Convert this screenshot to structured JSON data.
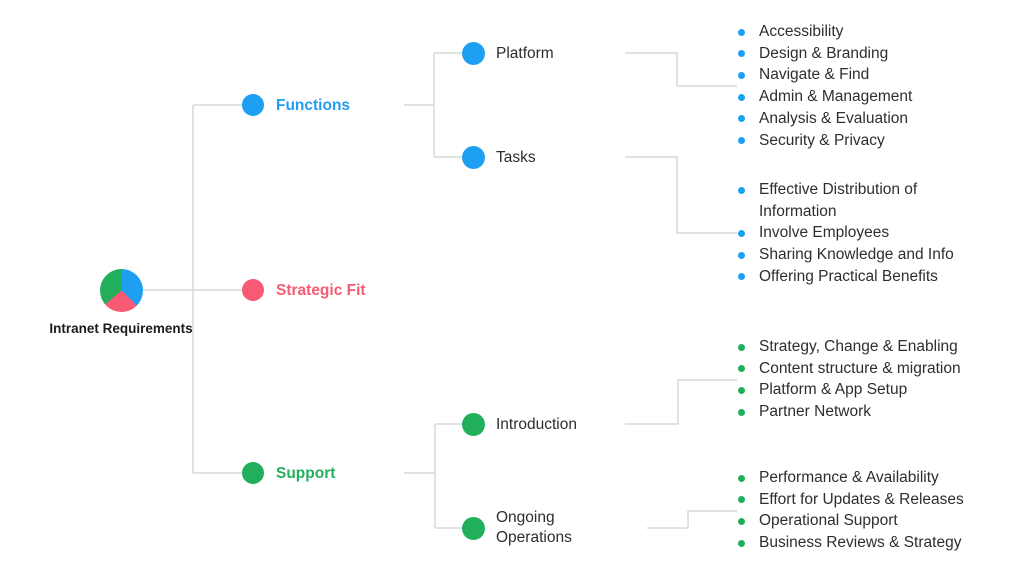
{
  "colors": {
    "blue": "#1E9FF2",
    "pink": "#F75A72",
    "green": "#22AF5B",
    "line": "#D8D8D8",
    "text": "#2E2E2E"
  },
  "tree": {
    "root": {
      "label": "Intranet Requirements"
    },
    "branches": [
      {
        "label": "Functions",
        "color": "#1E9FF2",
        "children": [
          {
            "label": "Platform",
            "items": [
              "Accessibility",
              "Design & Branding",
              "Navigate & Find",
              "Admin & Management",
              "Analysis & Evaluation",
              "Security & Privacy"
            ]
          },
          {
            "label": "Tasks",
            "items": [
              "Effective Distribution of Information",
              "Involve Employees",
              "Sharing Knowledge and Info",
              "Offering Practical Benefits"
            ]
          }
        ]
      },
      {
        "label": "Strategic Fit",
        "color": "#F75A72",
        "children": []
      },
      {
        "label": "Support",
        "color": "#22AF5B",
        "children": [
          {
            "label": "Introduction",
            "items": [
              "Strategy, Change & Enabling",
              "Content structure & migration",
              "Platform & App Setup",
              "Partner Network"
            ]
          },
          {
            "label": "Ongoing Operations",
            "items": [
              "Performance & Availability",
              "Effort for Updates & Releases",
              "Operational Support",
              "Business Reviews & Strategy"
            ]
          }
        ]
      }
    ]
  }
}
